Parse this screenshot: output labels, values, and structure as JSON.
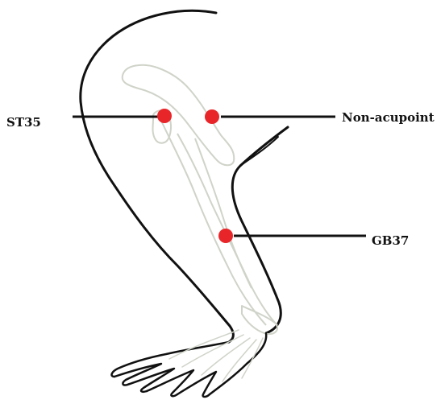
{
  "figure": {
    "labels": {
      "st35": "ST35",
      "non_acupoint": "Non-acupoint",
      "gb37": "GB37"
    },
    "colors": {
      "point": "#e8262a",
      "outline": "#111111",
      "bone": "#cfd3c8",
      "leader": "#111111",
      "background": "#ffffff"
    }
  }
}
